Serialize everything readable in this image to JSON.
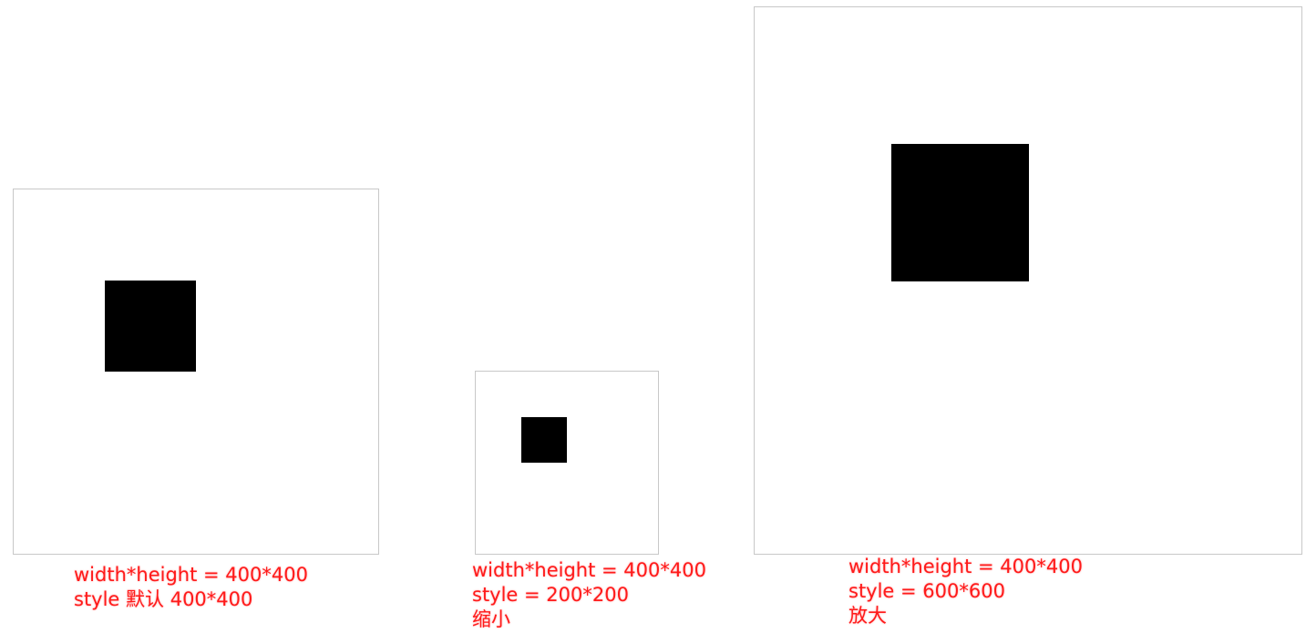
{
  "examples": [
    {
      "id": "default",
      "caption_line1": "width*height = 400*400",
      "caption_line2": "style 默认 400*400",
      "caption_line3": ""
    },
    {
      "id": "shrink",
      "caption_line1": "width*height = 400*400",
      "caption_line2": "style = 200*200",
      "caption_line3": "缩小"
    },
    {
      "id": "enlarge",
      "caption_line1": "width*height = 400*400",
      "caption_line2": "style = 600*600",
      "caption_line3": "放大"
    }
  ],
  "colors": {
    "caption_text": "#ff1a1a",
    "canvas_border": "#c8c8c8",
    "square_fill": "#000000",
    "background": "#ffffff"
  }
}
